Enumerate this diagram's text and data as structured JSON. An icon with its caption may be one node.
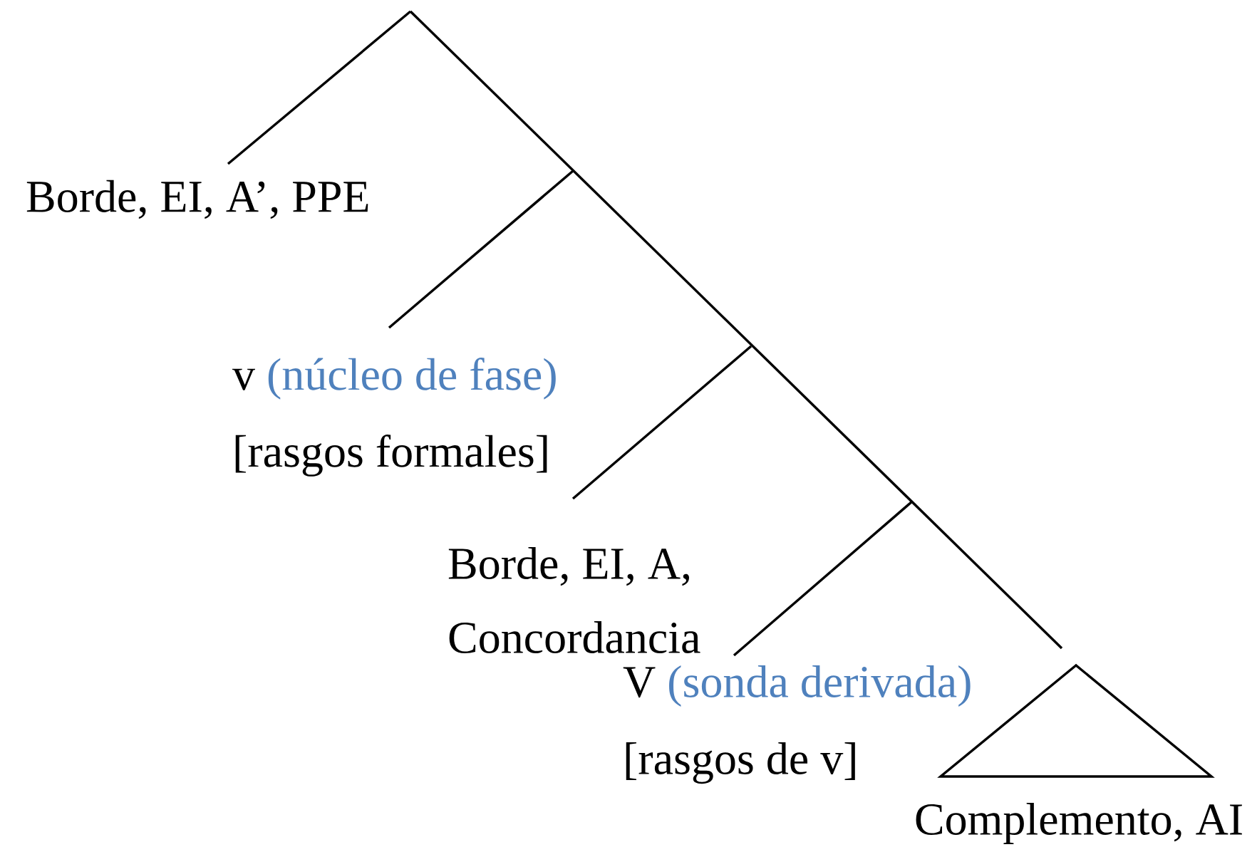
{
  "diagram": {
    "nodes": [
      {
        "text": [
          "Borde, EI, A’, PPE"
        ]
      },
      {
        "text": [
          "v",
          "(núcleo de fase)",
          "[rasgos formales]"
        ]
      },
      {
        "text": [
          "Borde, EI, A, Concordancia"
        ]
      },
      {
        "text": [
          "V",
          "(sonda derivada)",
          "[rasgos de v]"
        ]
      },
      {
        "text": [
          "Complemento, AI"
        ]
      }
    ],
    "edges": [
      {
        "from": null,
        "to": 0,
        "arrow": "none"
      },
      {
        "from": null,
        "to": 4,
        "arrow": "none"
      },
      {
        "from": null,
        "to": 1,
        "arrow": "none"
      },
      {
        "from": null,
        "to": 2,
        "arrow": "none"
      },
      {
        "from": null,
        "to": 3,
        "arrow": "none"
      }
    ]
  }
}
